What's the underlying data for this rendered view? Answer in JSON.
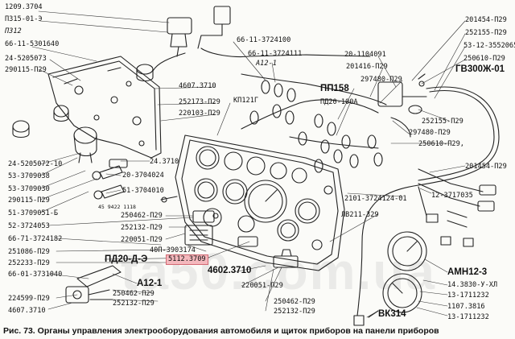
{
  "caption": {
    "number": "Рис. 73.",
    "text": "Органы управления электрооборудования автомобиля и  щиток приборов на панели приборов"
  },
  "watermark": "ta50.com.ua",
  "labels": [
    {
      "id": "l1",
      "text": "1209.3704"
    },
    {
      "id": "l2",
      "text": "П315-01-Э"
    },
    {
      "id": "l3",
      "text": "П312"
    },
    {
      "id": "l4",
      "text": "66-11-5301640"
    },
    {
      "id": "l5",
      "text": "24-5205073"
    },
    {
      "id": "l6",
      "text": "290115-П29"
    },
    {
      "id": "l7",
      "text": "66-11-3724100"
    },
    {
      "id": "l8",
      "text": "66-11-3724111"
    },
    {
      "id": "l9",
      "text": "А12-1"
    },
    {
      "id": "l10",
      "text": "4607.3710"
    },
    {
      "id": "l11",
      "text": "252173-П29"
    },
    {
      "id": "l12",
      "text": "220103-П29"
    },
    {
      "id": "l13",
      "text": "КП121Г"
    },
    {
      "id": "l14",
      "text": "201454-П29"
    },
    {
      "id": "l15",
      "text": "252155-П29"
    },
    {
      "id": "l16",
      "text": "53-12-3552065"
    },
    {
      "id": "l17",
      "text": "20-1104091"
    },
    {
      "id": "l18",
      "text": "250610-П29"
    },
    {
      "id": "l19",
      "text": "201416-П29"
    },
    {
      "id": "l20",
      "text": "297480-П29"
    },
    {
      "id": "l21",
      "text": "ГВ300Ж-01"
    },
    {
      "id": "l22",
      "text": "ПП158"
    },
    {
      "id": "l23",
      "text": "ПД20-100А"
    },
    {
      "id": "l24",
      "text": "252155-П29"
    },
    {
      "id": "l25",
      "text": "297480-П29"
    },
    {
      "id": "l26",
      "text": "250610-П29,"
    },
    {
      "id": "l27",
      "text": "201454-П29"
    },
    {
      "id": "l28",
      "text": "24-5205072-10"
    },
    {
      "id": "l29",
      "text": "53-3709038"
    },
    {
      "id": "l30",
      "text": "24.3710"
    },
    {
      "id": "l31",
      "text": "53-3709030"
    },
    {
      "id": "l32",
      "text": "20-3704024"
    },
    {
      "id": "l33",
      "text": "290115-П29"
    },
    {
      "id": "l34",
      "text": "51-3704010"
    },
    {
      "id": "l35",
      "text": "51-3709051-Б"
    },
    {
      "id": "l36",
      "text": "45 9422 1118"
    },
    {
      "id": "l37",
      "text": "2101-3724124-01"
    },
    {
      "id": "l38",
      "text": "12-3717035"
    },
    {
      "id": "l39",
      "text": "52-3724053"
    },
    {
      "id": "l40",
      "text": "250462-П29"
    },
    {
      "id": "l41",
      "text": "ЛВ211-329"
    },
    {
      "id": "l42",
      "text": "66-71-3724182"
    },
    {
      "id": "l43",
      "text": "252132-П29"
    },
    {
      "id": "l44",
      "text": "251086-П29"
    },
    {
      "id": "l45",
      "text": "220051-П29"
    },
    {
      "id": "l46",
      "text": "40П-3903174"
    },
    {
      "id": "l47",
      "text": "252233-П29"
    },
    {
      "id": "l48",
      "text": "ПД20-Д-Э"
    },
    {
      "id": "l49",
      "text": "5112.3709"
    },
    {
      "id": "l50",
      "text": "4602.3710"
    },
    {
      "id": "l51",
      "text": "АМН12-3"
    },
    {
      "id": "l52",
      "text": "66-01-3731040"
    },
    {
      "id": "l53",
      "text": "А12-1"
    },
    {
      "id": "l54",
      "text": "220051-П29"
    },
    {
      "id": "l55",
      "text": "14.3830-У-ХЛ"
    },
    {
      "id": "l56",
      "text": "13-1711232"
    },
    {
      "id": "l57",
      "text": "224599-П29"
    },
    {
      "id": "l58",
      "text": "250462-П29"
    },
    {
      "id": "l59",
      "text": "1107.3816"
    },
    {
      "id": "l60",
      "text": "4607.3710"
    },
    {
      "id": "l61",
      "text": "252132-П29"
    },
    {
      "id": "l62",
      "text": "250462-П29"
    },
    {
      "id": "l63",
      "text": "252132-П29"
    },
    {
      "id": "l64",
      "text": "ВК314"
    },
    {
      "id": "l65",
      "text": "13-1711232"
    }
  ]
}
